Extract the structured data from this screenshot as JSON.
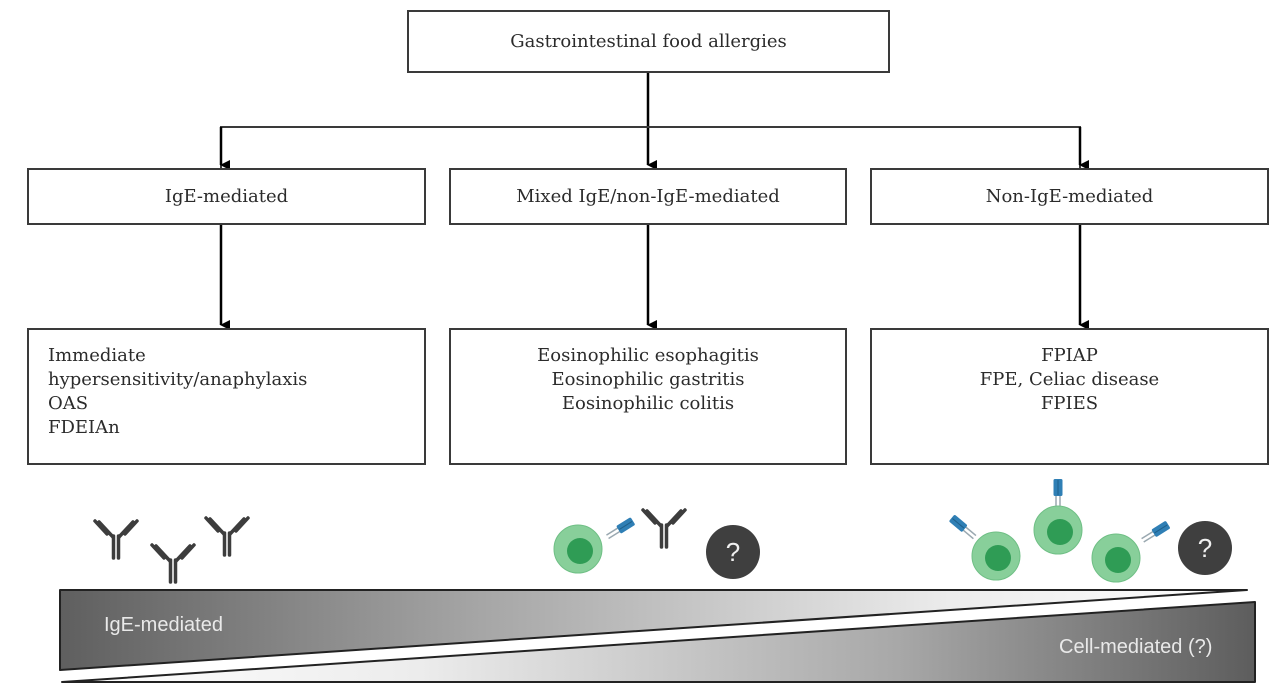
{
  "root": {
    "label": "Gastrointestinal food allergies"
  },
  "categories": [
    {
      "label": "IgE-mediated",
      "conditions": [
        "Immediate",
        "hypersensitivity/anaphylaxis",
        "OAS",
        "FDEIAn"
      ]
    },
    {
      "label": "Mixed IgE/non-IgE-mediated",
      "conditions": [
        "Eosinophilic esophagitis",
        "Eosinophilic gastritis",
        "Eosinophilic colitis"
      ]
    },
    {
      "label": "Non-IgE-mediated",
      "conditions": [
        "FPIAP",
        "FPE, Celiac disease",
        "FPIES"
      ]
    }
  ],
  "spectrum": {
    "left_label": "IgE-mediated",
    "right_label": "Cell-mediated (?)",
    "unknown_symbol": "?"
  },
  "colors": {
    "antibody": "#3d3d3d",
    "cell_outer": "#86cf98",
    "cell_nucleus": "#2e9e55",
    "receptor": "#2f7fb5",
    "unknown_badge": "#3f3f3f",
    "wedge_dark": "#6a6a6a",
    "wedge_light": "#f2f2f2"
  }
}
